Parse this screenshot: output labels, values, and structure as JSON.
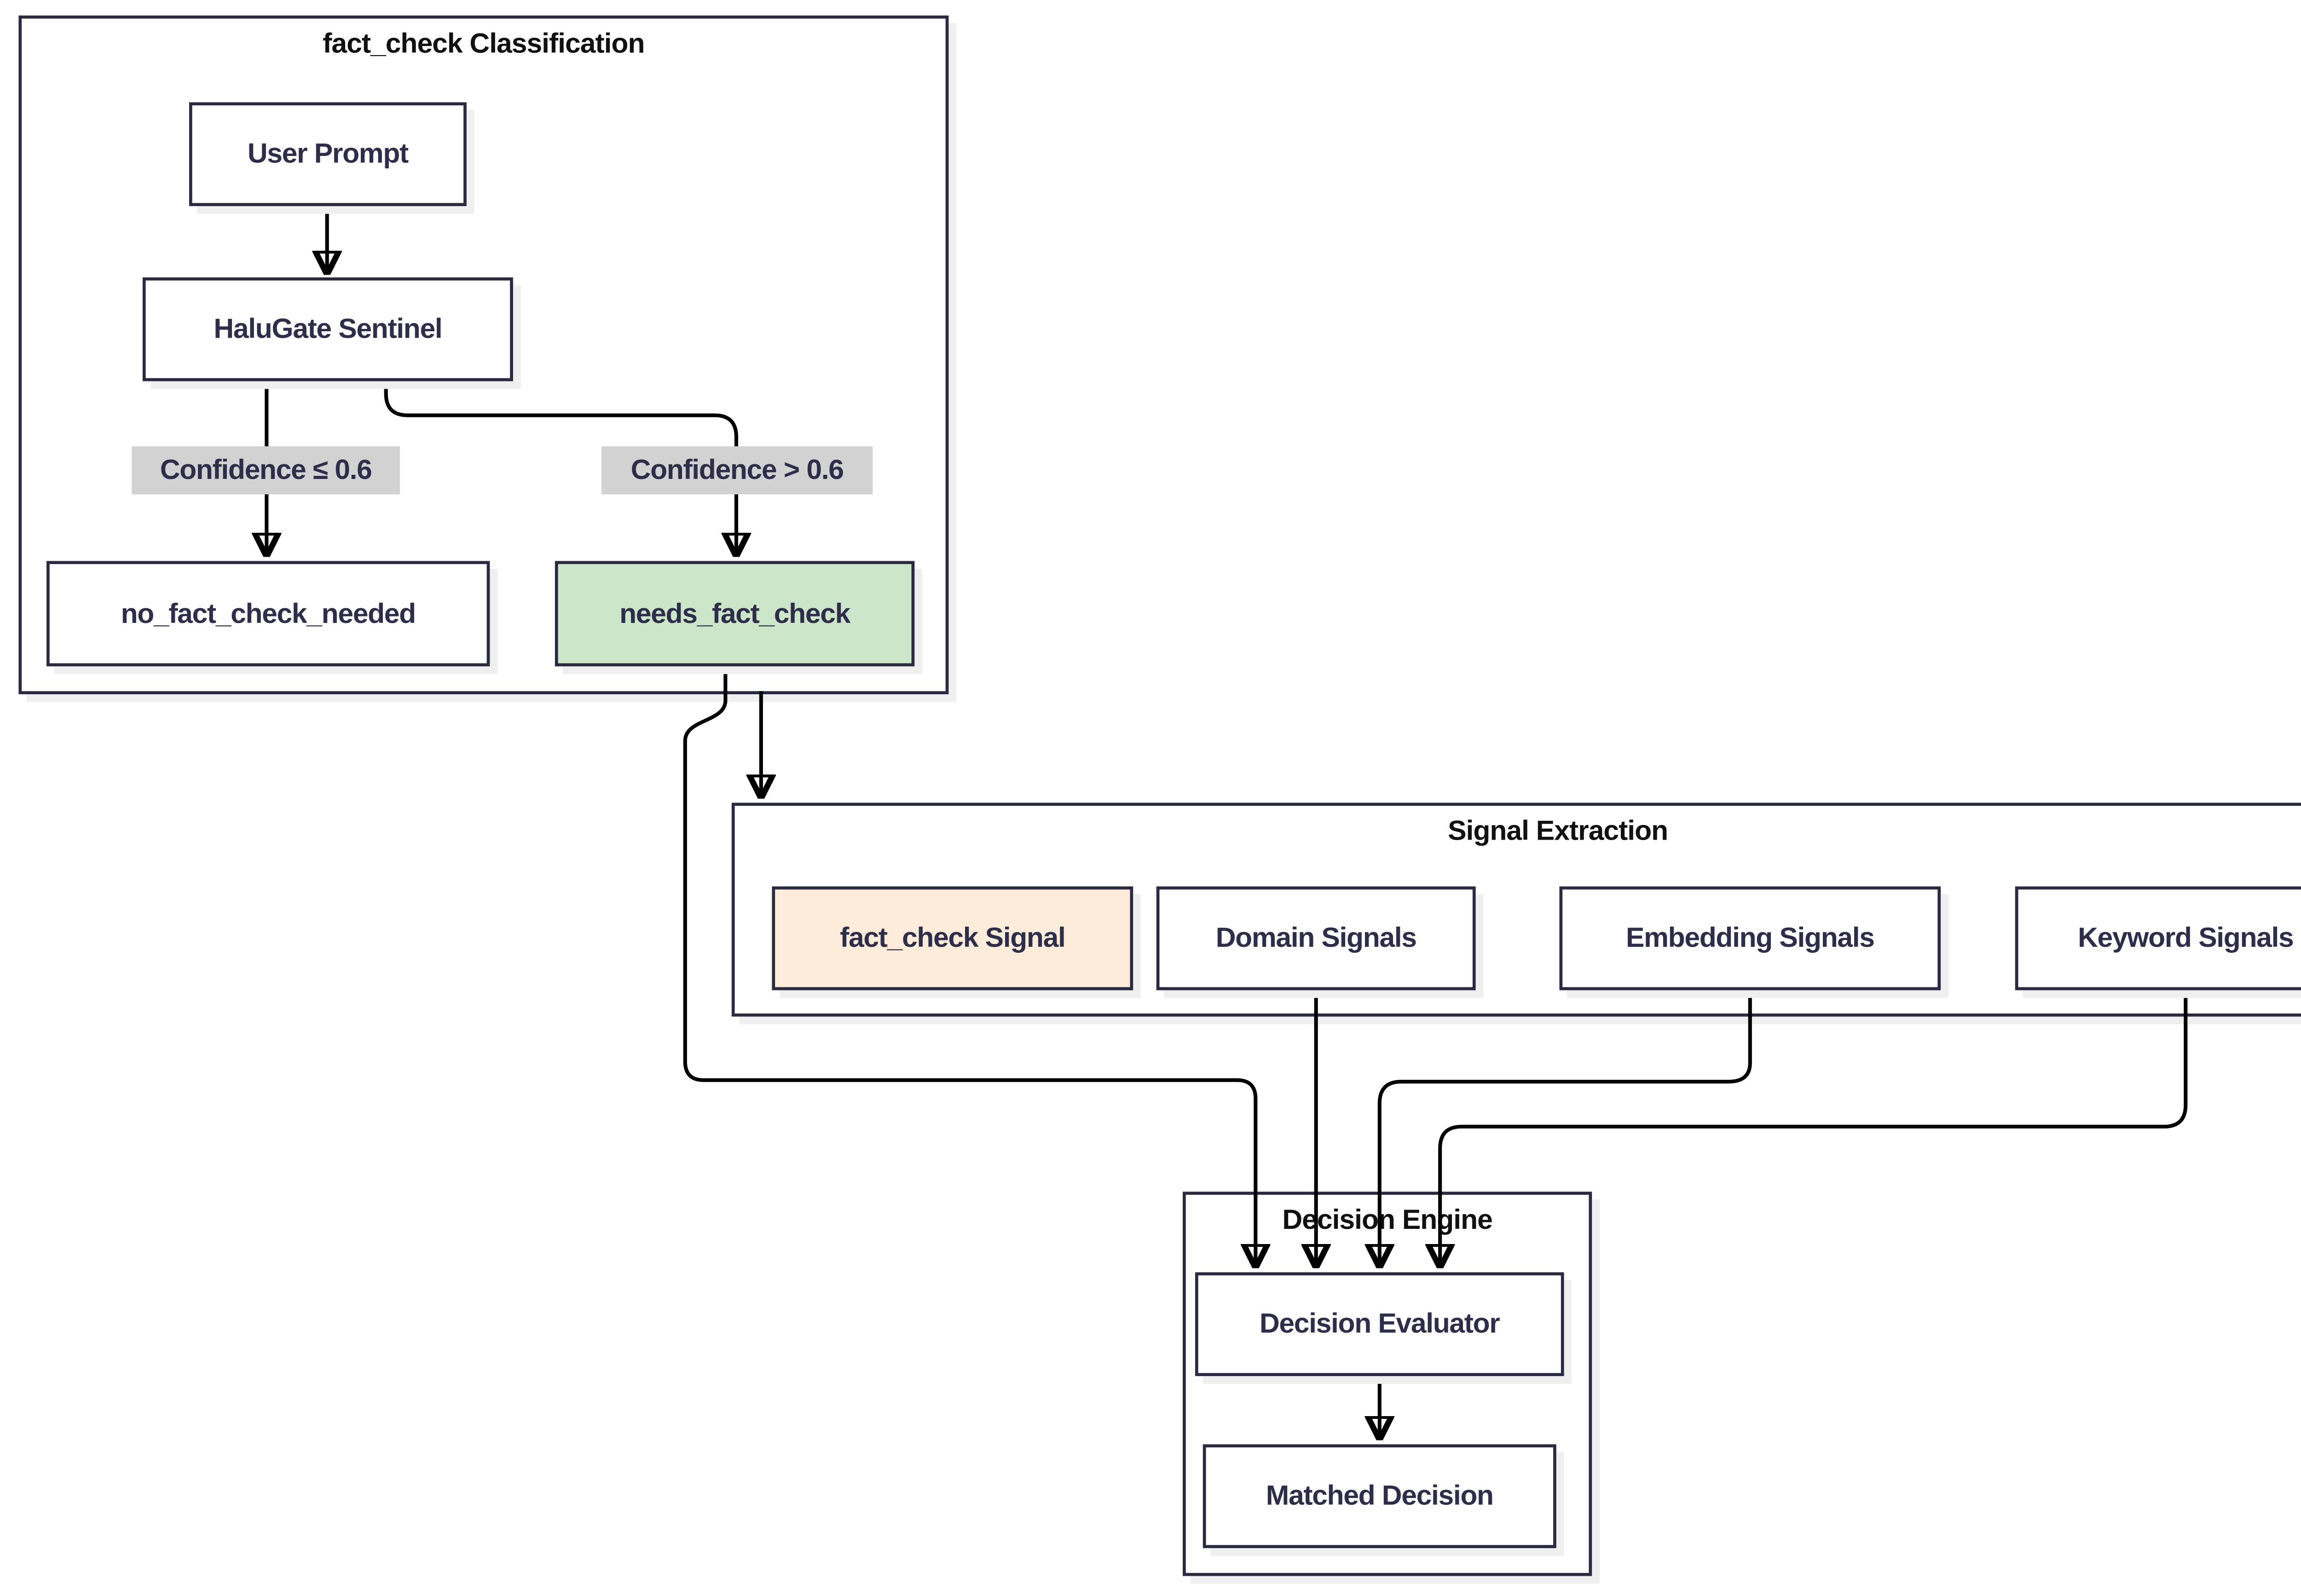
{
  "diagram": {
    "classification": {
      "title": "fact_check Classification",
      "user_prompt": "User Prompt",
      "halugate": "HaluGate Sentinel",
      "edge_low_label": "Confidence ≤ 0.6",
      "edge_high_label": "Confidence > 0.6",
      "no_fact_check": "no_fact_check_needed",
      "needs_fact_check": "needs_fact_check"
    },
    "signal_extraction": {
      "title": "Signal Extraction",
      "fact_check_signal": "fact_check Signal",
      "domain_signals": "Domain Signals",
      "embedding_signals": "Embedding Signals",
      "keyword_signals": "Keyword Signals"
    },
    "decision_engine": {
      "title": "Decision Engine",
      "evaluator": "Decision Evaluator",
      "matched": "Matched Decision"
    },
    "colors": {
      "node_border": "#2a2a40",
      "node_text": "#2e2e4a",
      "title_text": "#111111",
      "edge": "#000000",
      "highlight_green": "#cbe6c9",
      "highlight_peach": "#fcecd9",
      "edge_label_bg": "#d2d2d2",
      "shadow": "#efefef",
      "background": "#ffffff"
    }
  }
}
